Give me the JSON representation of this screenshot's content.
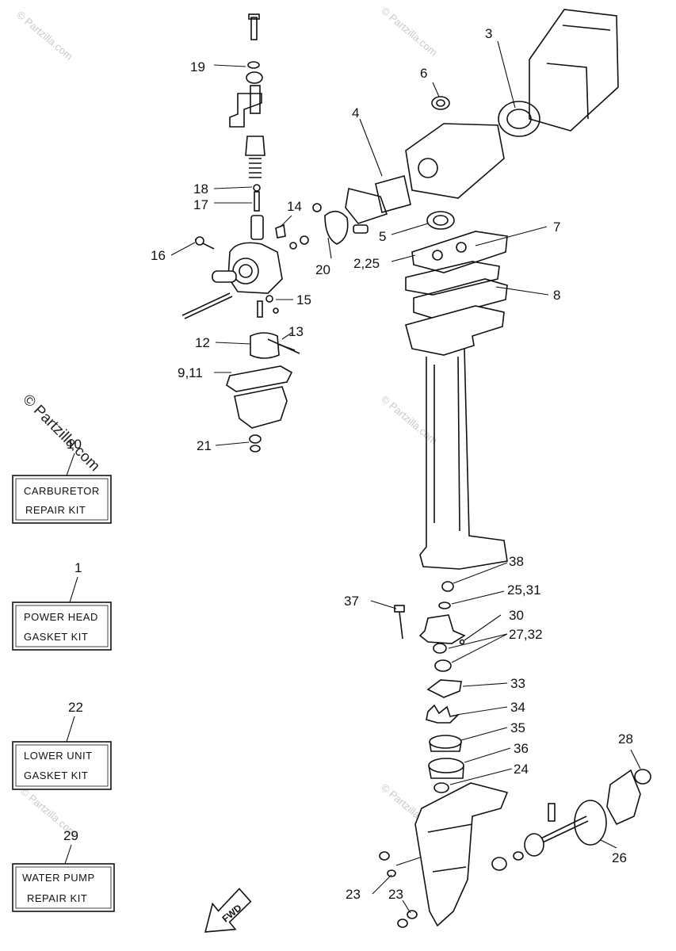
{
  "watermark": "© Partzilla.com",
  "fwd_label": "FWD",
  "callouts": [
    "19",
    "3",
    "6",
    "4",
    "18",
    "17",
    "14",
    "16",
    "5",
    "7",
    "2,25",
    "20",
    "15",
    "8",
    "12",
    "13",
    "9,11",
    "21",
    "38",
    "25,31",
    "37",
    "30",
    "27,32",
    "33",
    "34",
    "35",
    "28",
    "36",
    "24",
    "26",
    "23",
    "23"
  ],
  "kits": [
    {
      "number": "10",
      "line1": "CARBURETOR",
      "line2": "REPAIR KIT"
    },
    {
      "number": "1",
      "line1": "POWER HEAD",
      "line2": "GASKET KIT"
    },
    {
      "number": "22",
      "line1": "LOWER UNIT",
      "line2": "GASKET KIT"
    },
    {
      "number": "29",
      "line1": "WATER PUMP",
      "line2": "REPAIR KIT"
    }
  ]
}
